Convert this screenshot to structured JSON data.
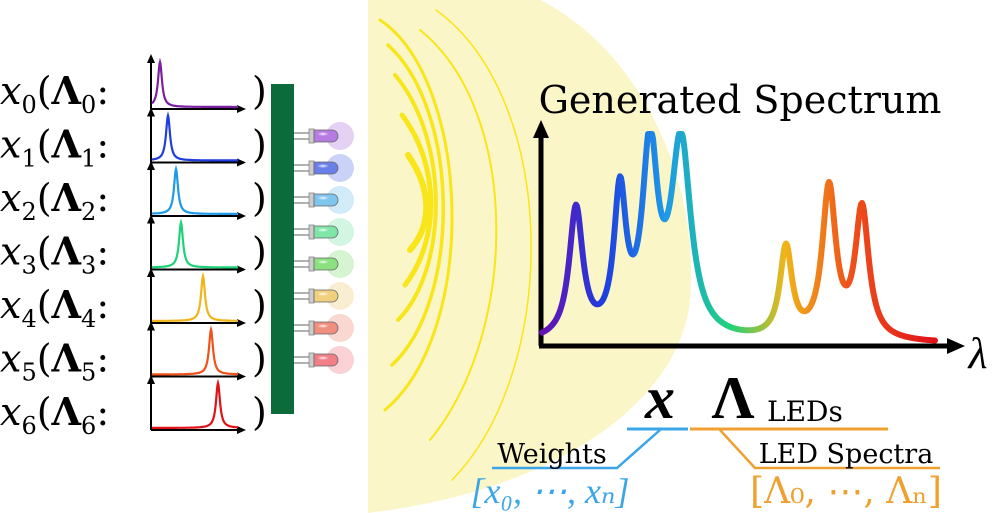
{
  "inputs": [
    {
      "weight": "x",
      "index": "0",
      "spectrum": "Λ",
      "color": "#7b1fa2"
    },
    {
      "weight": "x",
      "index": "1",
      "spectrum": "Λ",
      "color": "#1f3de0"
    },
    {
      "weight": "x",
      "index": "2",
      "spectrum": "Λ",
      "color": "#1e9ae8"
    },
    {
      "weight": "x",
      "index": "3",
      "spectrum": "Λ",
      "color": "#1fd27a"
    },
    {
      "weight": "x",
      "index": "4",
      "spectrum": "Λ",
      "color": "#f0b51a"
    },
    {
      "weight": "x",
      "index": "5",
      "spectrum": "Λ",
      "color": "#f0521a"
    },
    {
      "weight": "x",
      "index": "6",
      "spectrum": "Λ",
      "color": "#e0121a"
    }
  ],
  "led_colors": [
    "#b57be0",
    "#6b7fe8",
    "#7fc6ee",
    "#7fe6a8",
    "#8be07f",
    "#f0cf7f",
    "#f08f7f",
    "#f07f86"
  ],
  "output": {
    "title": "Generated Spectrum",
    "axis_label": "λ",
    "gradient": [
      "#6a10b0",
      "#1f3de0",
      "#1e9ae8",
      "#1fd27a",
      "#f0b51a",
      "#f0521a",
      "#e0121a"
    ]
  },
  "equation": {
    "weights_symbol": "x",
    "spectra_symbol": "Λ",
    "spectra_subscript": "LEDs",
    "weights_label": "Weights",
    "spectra_label": "LED Spectra",
    "weights_vector": "[x₀, ⋯, xₙ]",
    "spectra_vector": "[Λ₀, ⋯, Λₙ]",
    "weights_color": "#3aa6e8",
    "spectra_color": "#f0a030"
  }
}
